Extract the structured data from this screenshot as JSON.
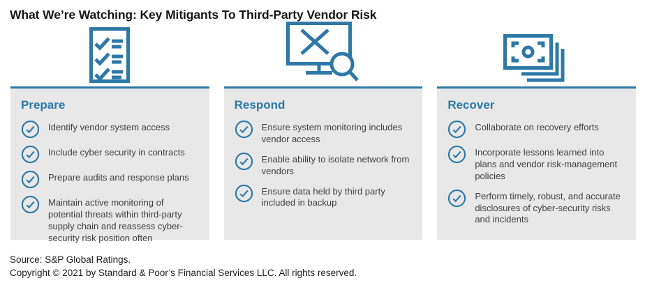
{
  "title": "What We’re Watching: Key Mitigants To Third-Party Vendor Risk",
  "colors": {
    "accent_blue": "#2E78A8",
    "panel_gray": "#E7E8E7",
    "text_dark": "#3F3F3F",
    "title_black": "#161616",
    "footer_dark": "#1D1D1D"
  },
  "columns": [
    {
      "icon": "checklist-icon",
      "header": "Prepare",
      "items": [
        "Identify vendor system access",
        "Include cyber security in contracts",
        "Prepare audits and response plans",
        "Maintain active monitoring of potential threats within third-party supply chain and reassess cyber-security risk position often"
      ]
    },
    {
      "icon": "monitor-search-icon",
      "header": "Respond",
      "items": [
        "Ensure system monitoring includes vendor access",
        "Enable ability to isolate network from vendors",
        "Ensure data held by third party included in backup"
      ]
    },
    {
      "icon": "banknotes-icon",
      "header": "Recover",
      "items": [
        "Collaborate on recovery efforts",
        "Incorporate lessons learned into plans and vendor risk-management policies",
        "Perform timely, robust, and accurate disclosures of cyber-security risks and incidents"
      ]
    }
  ],
  "footer": {
    "source": "Source: S&P Global Ratings.",
    "copyright": "Copyright © 2021 by Standard & Poor’s Financial Services LLC. All rights reserved."
  }
}
